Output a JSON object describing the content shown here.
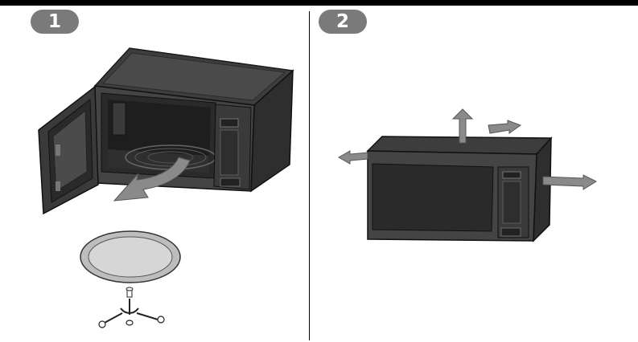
{
  "steps": [
    {
      "number": "1",
      "illustration": "open-microwave-remove-tray-and-roller"
    },
    {
      "number": "2",
      "illustration": "microwave-clearance-arrows"
    }
  ],
  "colors": {
    "badge_fill": "#7a7a7a",
    "appliance_dark": "#3a3a3a",
    "appliance_mid": "#555555",
    "arrow_gray": "#8a8a8a",
    "tray_fill": "#d6d6d6",
    "tray_rim": "#bdbdbd"
  },
  "icons": [
    "arrow-up-icon",
    "arrow-left-icon",
    "arrow-right-icon",
    "arrow-back-icon",
    "curved-arrow-icon"
  ]
}
